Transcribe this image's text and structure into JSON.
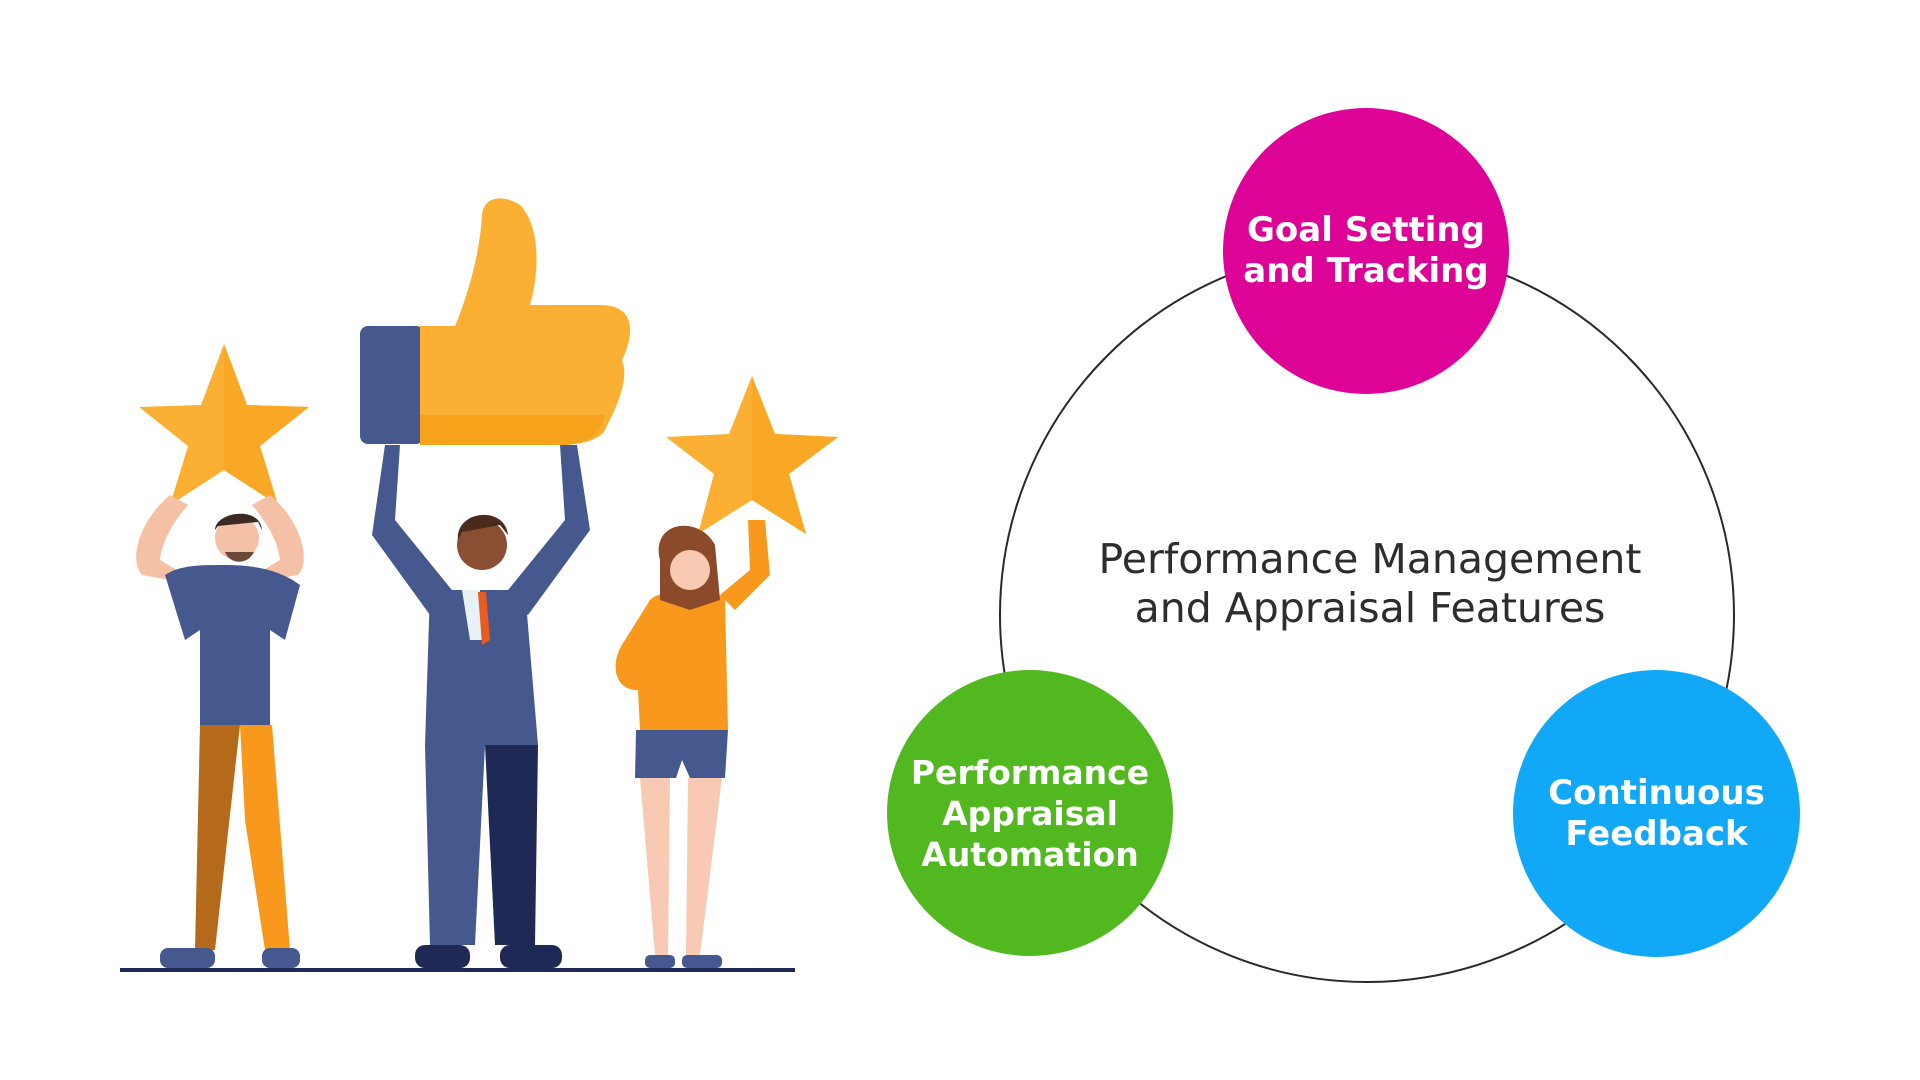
{
  "diagram": {
    "center_title_lines": [
      "Performance Management",
      "and Appraisal Features"
    ],
    "nodes": [
      {
        "key": "goal",
        "lines": [
          "Goal Setting",
          "and Tracking"
        ],
        "color": "#DD0396"
      },
      {
        "key": "appraisal",
        "lines": [
          "Performance",
          "Appraisal",
          "Automation"
        ],
        "color": "#52B820"
      },
      {
        "key": "feedback",
        "lines": [
          "Continuous",
          "Feedback"
        ],
        "color": "#10A8F7"
      }
    ]
  },
  "illustration": {
    "subject": "three people holding stars and a thumbs-up",
    "icons": [
      "star-icon",
      "thumbs-up-icon",
      "star-icon"
    ],
    "colors": {
      "star": "#F9A825",
      "thumb": "#FBB034",
      "navy": "#46598F",
      "orange": "#F8991D"
    }
  }
}
